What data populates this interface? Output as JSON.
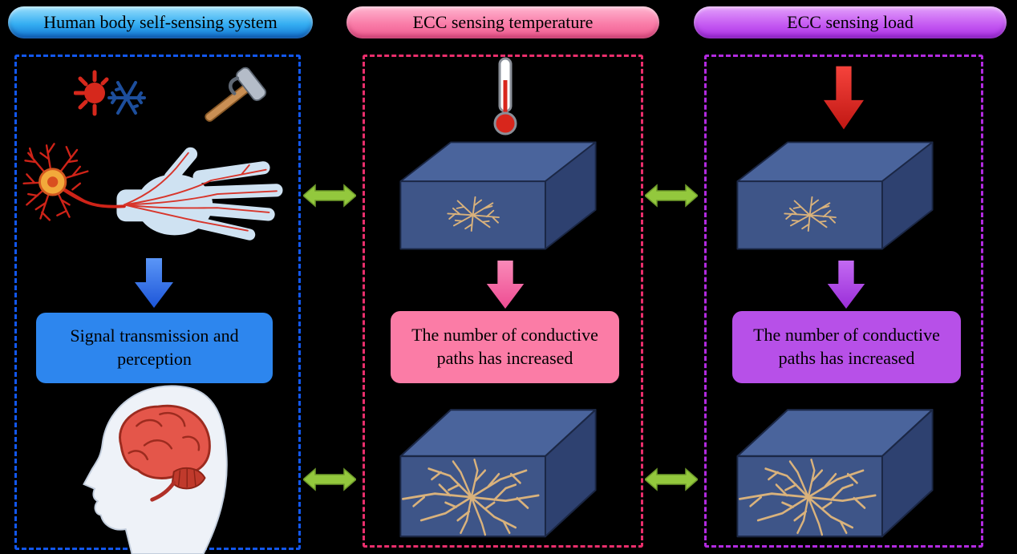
{
  "diagram": {
    "columns": {
      "human": {
        "header": "Human body self-sensing system",
        "signal_box": "Signal transmission and perception"
      },
      "temperature": {
        "header": "ECC sensing temperature",
        "result_box": "The number of conductive paths has increased"
      },
      "load": {
        "header": "ECC sensing load",
        "result_box": "The number of conductive paths has increased"
      }
    },
    "icons": {
      "hot_cold": "hot-cold-icon",
      "hammer": "hammer-icon",
      "neuron_hand": "neuron-hand-icon",
      "head_brain": "head-brain-icon",
      "thermometer": "thermometer-icon",
      "load_arrow": "red-down-arrow-icon",
      "flow_arrows": "colored-down-arrow-icons",
      "link_arrows": "green-double-arrow-icons",
      "cubes": "ecc-cube-with-conductive-paths"
    },
    "colors": {
      "background": "#000000",
      "header_blue": "#35aef2",
      "header_pink": "#f97ca8",
      "header_purple": "#c65cf2",
      "border_blue": "#1257ee",
      "border_pink": "#ea2e6c",
      "border_purple": "#b22ae0",
      "box_blue": "#2d86ee",
      "box_pink": "#fb7ca6",
      "box_purple": "#b750e8",
      "arrow_green": "#93c83d",
      "arrow_red": "#e02420",
      "arrow_blue": "#2e6fe8",
      "arrow_pink": "#ee4c92",
      "arrow_purple": "#a93cdb",
      "cube_front": "#3e5588",
      "cube_top": "#4a649c",
      "cube_side": "#2e4170",
      "crack": "#d9b27c"
    }
  }
}
